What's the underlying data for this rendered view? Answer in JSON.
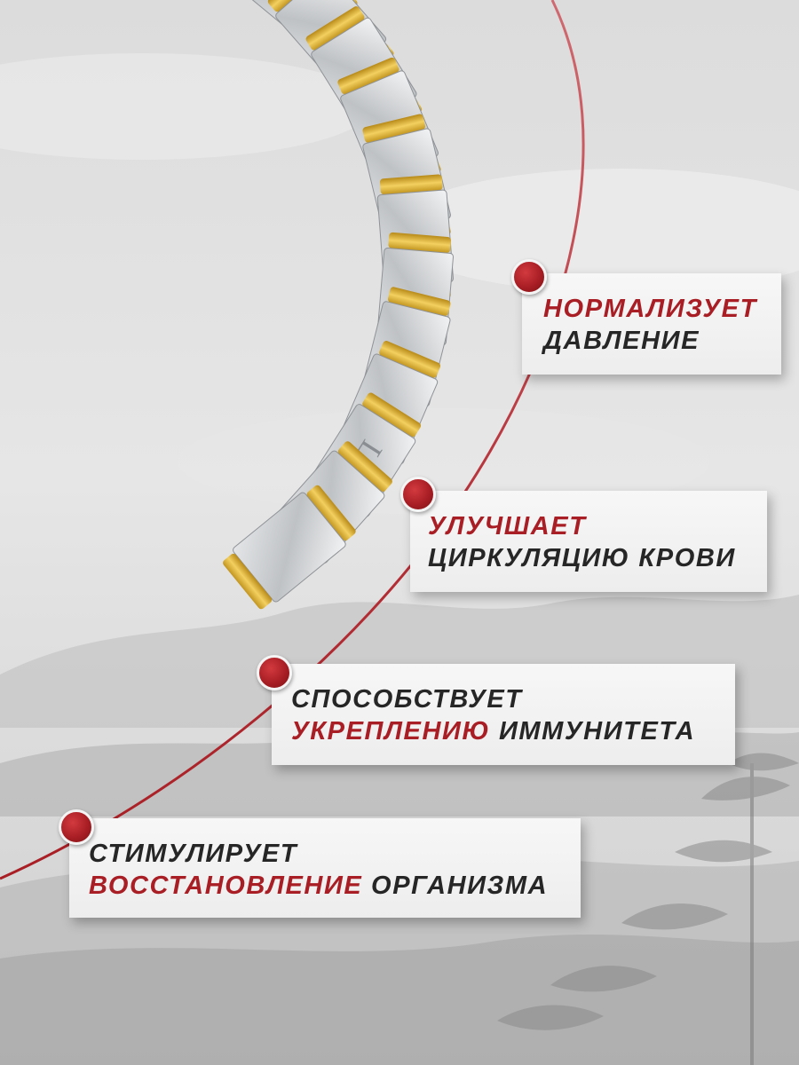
{
  "colors": {
    "accent": "#a81e24",
    "text": "#262626",
    "card": "#f2f2f2",
    "gold": "#e2b52f",
    "steel": "#c9cbcd"
  },
  "brand": {
    "logo_text": "LR"
  },
  "features": [
    {
      "line1": {
        "accent": "НОРМАЛИЗУЕТ"
      },
      "line2": {
        "plain": "ДАВЛЕНИЕ"
      }
    },
    {
      "line1": {
        "accent": "УЛУЧШАЕТ"
      },
      "line2": {
        "plain": "ЦИРКУЛЯЦИЮ КРОВИ"
      }
    },
    {
      "line1": {
        "plain": "СПОСОБСТВУЕТ"
      },
      "line2": {
        "accent": "УКРЕПЛЕНИЮ",
        "plain": " ИММУНИТЕТА"
      }
    },
    {
      "line1": {
        "plain": "СТИМУЛИРУЕТ"
      },
      "line2": {
        "accent": "ВОССТАНОВЛЕНИЕ",
        "plain": " ОРГАНИЗМА"
      }
    }
  ]
}
